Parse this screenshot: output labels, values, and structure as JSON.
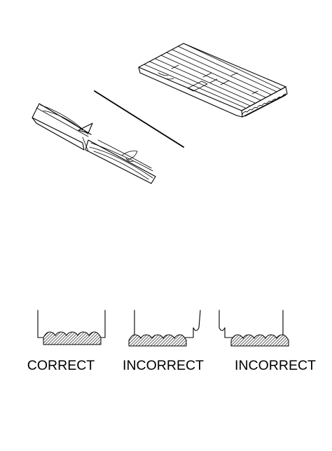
{
  "diagram": {
    "labels": {
      "correct": "CORRECT",
      "incorrect_1": "INCORRECT",
      "incorrect_2": "INCORRECT"
    },
    "colors": {
      "ink": "#000000",
      "background": "#ffffff"
    }
  }
}
